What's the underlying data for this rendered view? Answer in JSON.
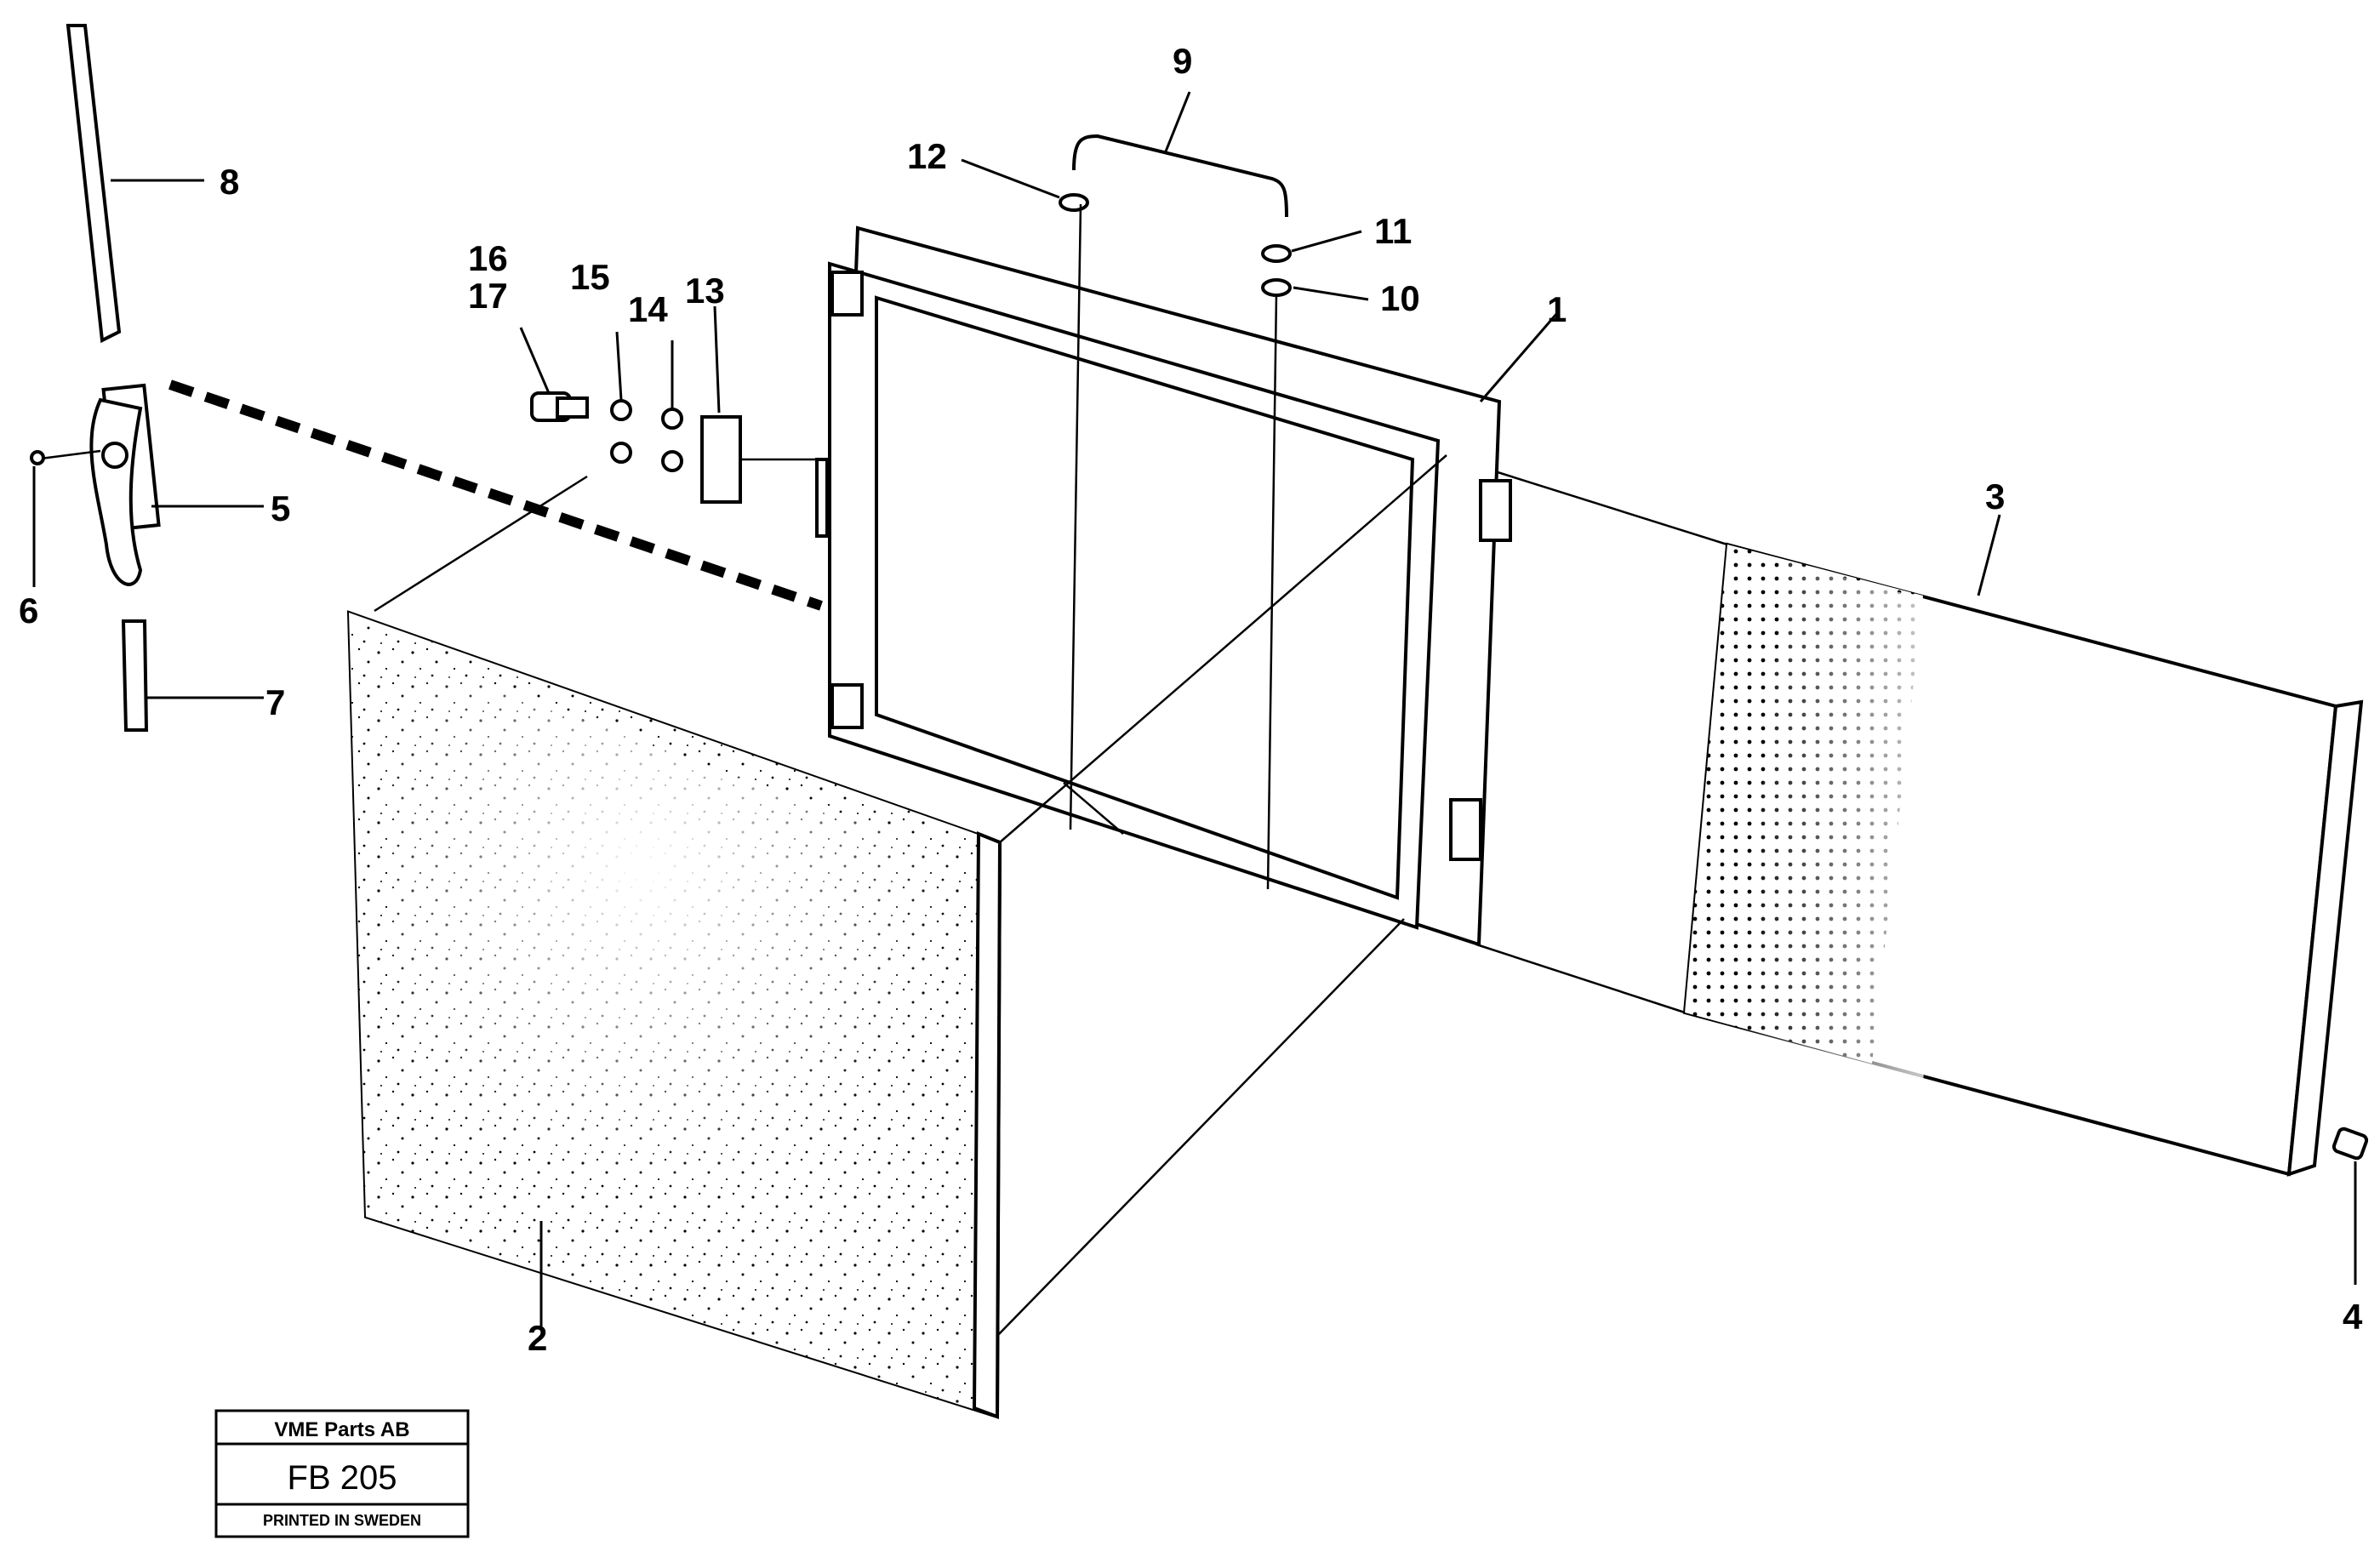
{
  "callouts": [
    {
      "id": "1",
      "text": "1"
    },
    {
      "id": "2",
      "text": "2"
    },
    {
      "id": "3",
      "text": "3"
    },
    {
      "id": "4",
      "text": "4"
    },
    {
      "id": "5",
      "text": "5"
    },
    {
      "id": "6",
      "text": "6"
    },
    {
      "id": "7",
      "text": "7"
    },
    {
      "id": "8",
      "text": "8"
    },
    {
      "id": "9",
      "text": "9"
    },
    {
      "id": "10",
      "text": "10"
    },
    {
      "id": "11",
      "text": "11"
    },
    {
      "id": "12",
      "text": "12"
    },
    {
      "id": "13",
      "text": "13"
    },
    {
      "id": "14",
      "text": "14"
    },
    {
      "id": "15",
      "text": "15"
    },
    {
      "id": "16",
      "text": "16"
    },
    {
      "id": "17",
      "text": "17"
    }
  ],
  "title_block": {
    "company": "VME Parts AB",
    "code": "FB 205",
    "printed": "PRINTED IN SWEDEN"
  }
}
